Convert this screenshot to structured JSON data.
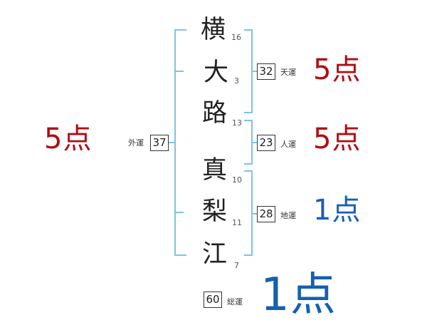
{
  "name": {
    "chars": [
      {
        "char": "横",
        "strokes": "16"
      },
      {
        "char": "大",
        "strokes": "3"
      },
      {
        "char": "路",
        "strokes": "13"
      },
      {
        "char": "真",
        "strokes": "10"
      },
      {
        "char": "梨",
        "strokes": "11"
      },
      {
        "char": "江",
        "strokes": "7"
      }
    ]
  },
  "fortunes": {
    "ten": {
      "label": "天運",
      "value": "32",
      "score": "5点"
    },
    "jin": {
      "label": "人運",
      "value": "23",
      "score": "5点"
    },
    "chi": {
      "label": "地運",
      "value": "28",
      "score": "1点"
    },
    "gai": {
      "label": "外運",
      "value": "37",
      "score": "5点"
    },
    "sou": {
      "label": "総運",
      "value": "60",
      "score": "1点"
    }
  },
  "colors": {
    "bracket": "#7ec3e6",
    "good": "#b00d14",
    "bad": "#1560b0"
  }
}
